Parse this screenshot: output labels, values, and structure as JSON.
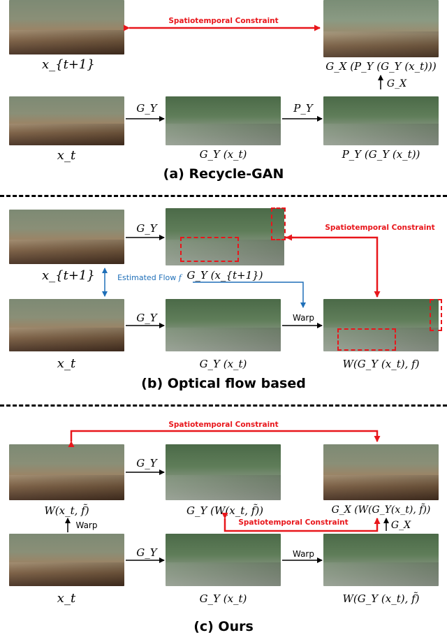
{
  "a": {
    "caption": "(a) Recycle-GAN",
    "constraint": "Spatiotemporal Constraint",
    "x_t1": "x_{t+1}",
    "xt": "x_t",
    "gy": "G_Y",
    "py": "P_Y",
    "gx": "G_X",
    "gy_xt": "G_Y (x_t)",
    "py_gy_xt": "P_Y (G_Y (x_t))",
    "gx_py_gy_xt": "G_X (P_Y (G_Y (x_t)))"
  },
  "b": {
    "caption": "(b) Optical flow based",
    "constraint": "Spatiotemporal Constraint",
    "x_t1": "x_{t+1}",
    "xt": "x_t",
    "gy": "G_Y",
    "gy2": "G_Y",
    "flow": "Estimated Flow",
    "flow_f": "f",
    "warp": "Warp",
    "gy_xt1": "G_Y (x_{t+1})",
    "gy_xt": "G_Y (x_t)",
    "w_gy": "W(G_Y (x_t), f)"
  },
  "c": {
    "caption": "(c) Ours",
    "constraint_top": "Spatiotemporal Constraint",
    "constraint_mid": "Spatiotemporal Constraint",
    "w_xt": "W(x_t, f̃)",
    "gy_w": "G_Y (W(x_t, f̃))",
    "gx_w": "G_X (W(G_Y(x_t), f̃))",
    "warp": "Warp",
    "warp2": "Warp",
    "gy": "G_Y",
    "gy2": "G_Y",
    "gx": "G_X",
    "xt": "x_t",
    "gy_xt": "G_Y (x_t)",
    "w_gy": "W(G_Y (x_t), f̃)"
  },
  "colors": {
    "red": "#e8161b",
    "blue": "#1f6fb8"
  }
}
